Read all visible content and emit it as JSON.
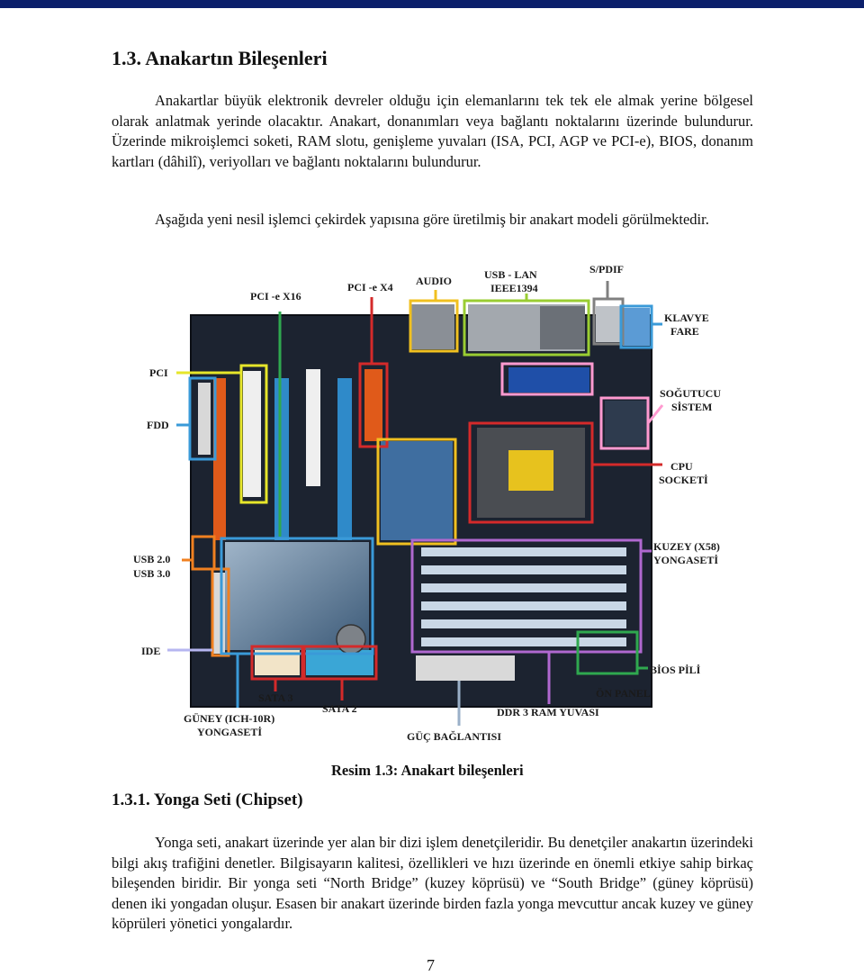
{
  "section_heading": "1.3. Anakartın Bileşenleri",
  "paragraph_1": "Anakartlar büyük elektronik devreler olduğu için elemanlarını tek tek ele almak yerine bölgesel olarak anlatmak yerinde olacaktır. Anakart, donanımları veya bağlantı noktalarını üzerinde bulundurur. Üzerinde mikroişlemci soketi, RAM slotu, genişleme yuvaları (ISA, PCI, AGP ve PCI-e), BIOS, donanım kartları (dâhilî), veriyolları ve bağlantı noktalarını bulundurur.",
  "paragraph_2": "Aşağıda yeni nesil işlemci çekirdek yapısına göre üretilmiş bir anakart modeli görülmektedir.",
  "figure": {
    "labels": {
      "pcie_x16": "PCI -e X16",
      "pcie_x4": "PCI -e X4",
      "audio": "AUDIO",
      "usb_lan": "USB - LAN",
      "ieee": "IEEE1394",
      "spdif": "S/PDIF",
      "klavye": "KLAVYE",
      "fare": "FARE",
      "pci": "PCI",
      "fdd": "FDD",
      "sogutucu_1": "SOĞUTUCU",
      "sogutucu_2": "SİSTEM",
      "cpu_1": "CPU",
      "cpu_2": "SOCKETİ",
      "usb20": "USB 2.0",
      "usb30": "USB 3.0",
      "kuzey_1": "KUZEY (X58)",
      "kuzey_2": "YONGASETİ",
      "ide": "IDE",
      "bios": "BİOS PİLİ",
      "on_panel": "ÖN PANEL",
      "sata3": "SATA 3",
      "sata2": "SATA 2",
      "ddr3": "DDR 3 RAM YUVASI",
      "guney_1": "GÜNEY (ICH-10R)",
      "guney_2": "YONGASETİ",
      "guc": "GÜÇ BAĞLANTISI"
    }
  },
  "caption": "Resim 1.3: Anakart bileşenleri",
  "subsection_heading": "1.3.1. Yonga Seti (Chipset)",
  "paragraph_3": "Yonga seti, anakart üzerinde yer alan bir dizi işlem denetçileridir. Bu denetçiler anakartın üzerindeki bilgi akış trafiğini denetler. Bilgisayarın kalitesi, özellikleri ve hızı üzerinde en önemli etkiye sahip birkaç bileşenden biridir. Bir yonga seti “North Bridge” (kuzey köprüsü) ve “South Bridge” (güney köprüsü) denen iki yongadan oluşur. Esasen bir anakart üzerinde birden fazla yonga mevcuttur ancak kuzey ve güney köprüleri yönetici yongalardır.",
  "page_number": "7"
}
